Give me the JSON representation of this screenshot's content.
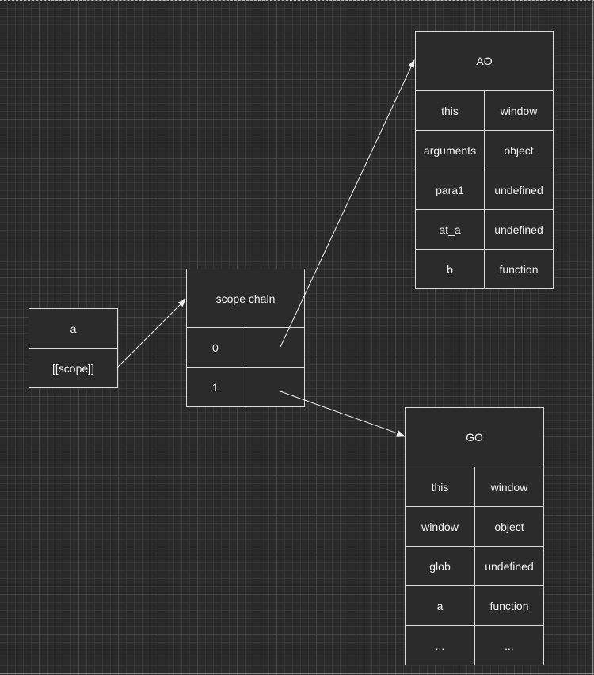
{
  "func_a": {
    "name": "a",
    "scope": "[[scope]]"
  },
  "scope_chain": {
    "title": "scope chain",
    "rows": [
      "0",
      "1"
    ]
  },
  "ao": {
    "title": "AO",
    "rows": [
      {
        "key": "this",
        "value": "window"
      },
      {
        "key": "arguments",
        "value": "object"
      },
      {
        "key": "para1",
        "value": "undefined"
      },
      {
        "key": "at_a",
        "value": "undefined"
      },
      {
        "key": "b",
        "value": "function"
      }
    ]
  },
  "go": {
    "title": "GO",
    "rows": [
      {
        "key": "this",
        "value": "window"
      },
      {
        "key": "window",
        "value": "object"
      },
      {
        "key": "glob",
        "value": "undefined"
      },
      {
        "key": "a",
        "value": "function"
      },
      {
        "key": "...",
        "value": "..."
      }
    ]
  }
}
